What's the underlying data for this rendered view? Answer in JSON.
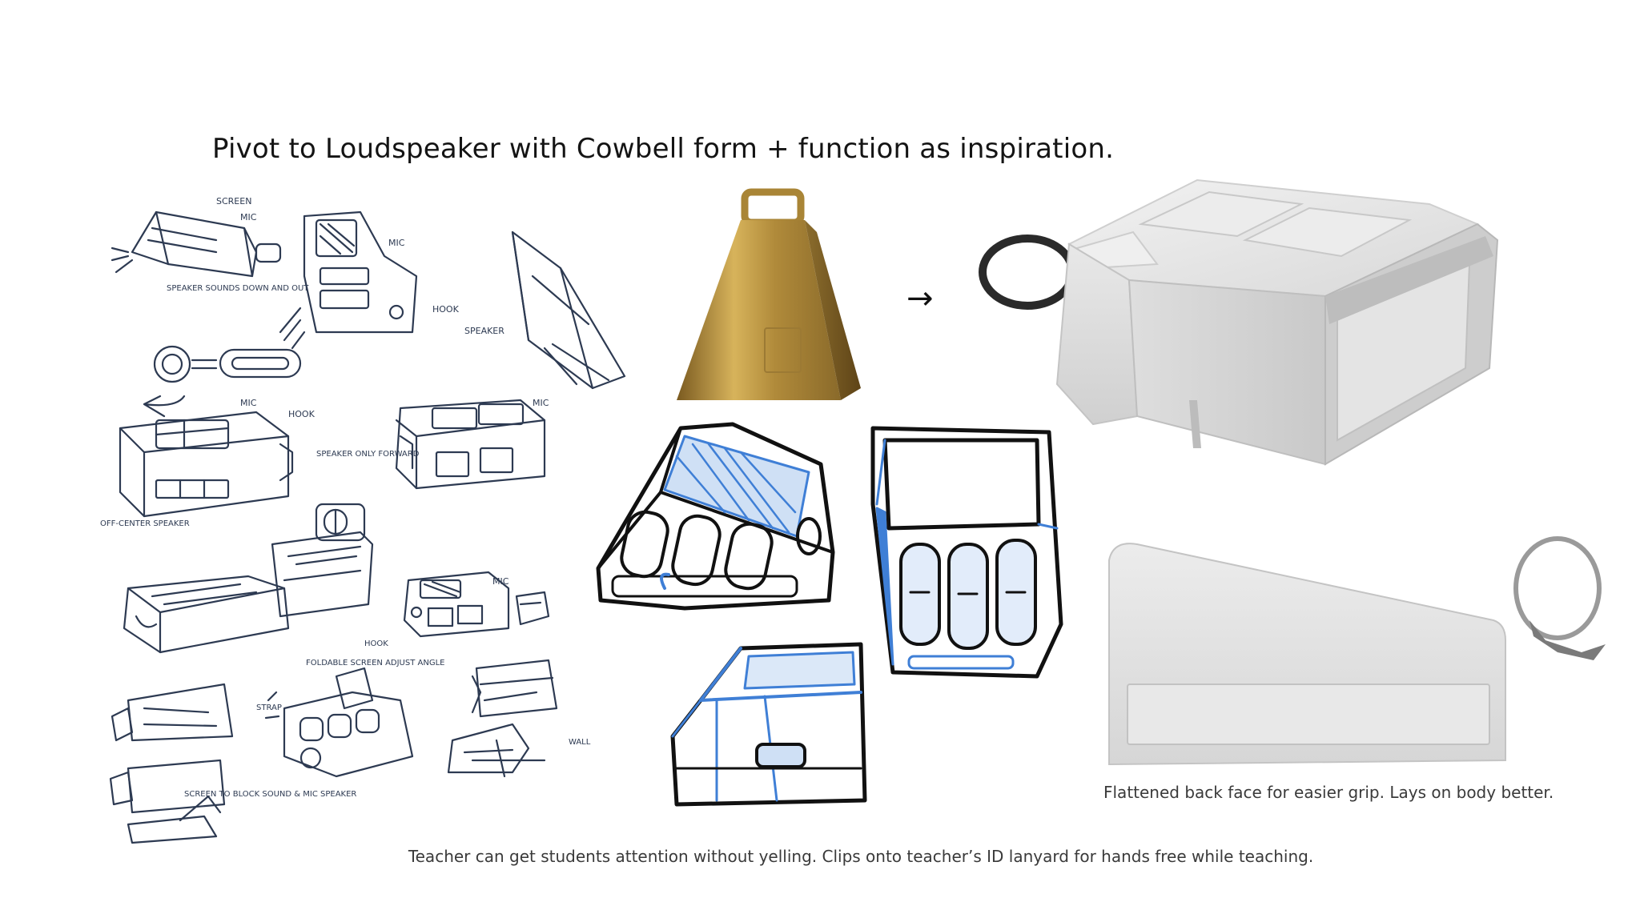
{
  "title": "Pivot to Loudspeaker with Cowbell form + function as inspiration.",
  "arrow_glyph": "→",
  "sketch_labels": {
    "screen": "SCREEN",
    "mic_1": "MIC",
    "speaker_sounds": "SPEAKER SOUNDS DOWN AND OUT",
    "mic_2": "MIC",
    "hook_1": "HOOK",
    "speaker_1": "SPEAKER",
    "mic_3": "MIC",
    "hook_2": "HOOK",
    "mic_4": "MIC",
    "speaker_only_forward": "SPEAKER ONLY FORWARD",
    "off_center_speaker": "OFF-CENTER SPEAKER",
    "mic_5": "MIC",
    "hook_3": "HOOK",
    "foldable_screen": "FOLDABLE SCREEN ADJUST ANGLE",
    "strap": "STRAP",
    "screen_block": "SCREEN TO BLOCK SOUND & MIC SPEAKER",
    "wall": "WALL"
  },
  "captions": {
    "right": "Flattened back face for easier grip. Lays on body better.",
    "bottom": "Teacher can get students attention without yelling. Clips onto teacher’s ID lanyard for hands free while teaching."
  },
  "colors": {
    "sketch_ink": "#2d3a52",
    "marker_blue": "#3f7fd6",
    "gold": "#b08a3a",
    "print_white": "#e6e6e6"
  }
}
